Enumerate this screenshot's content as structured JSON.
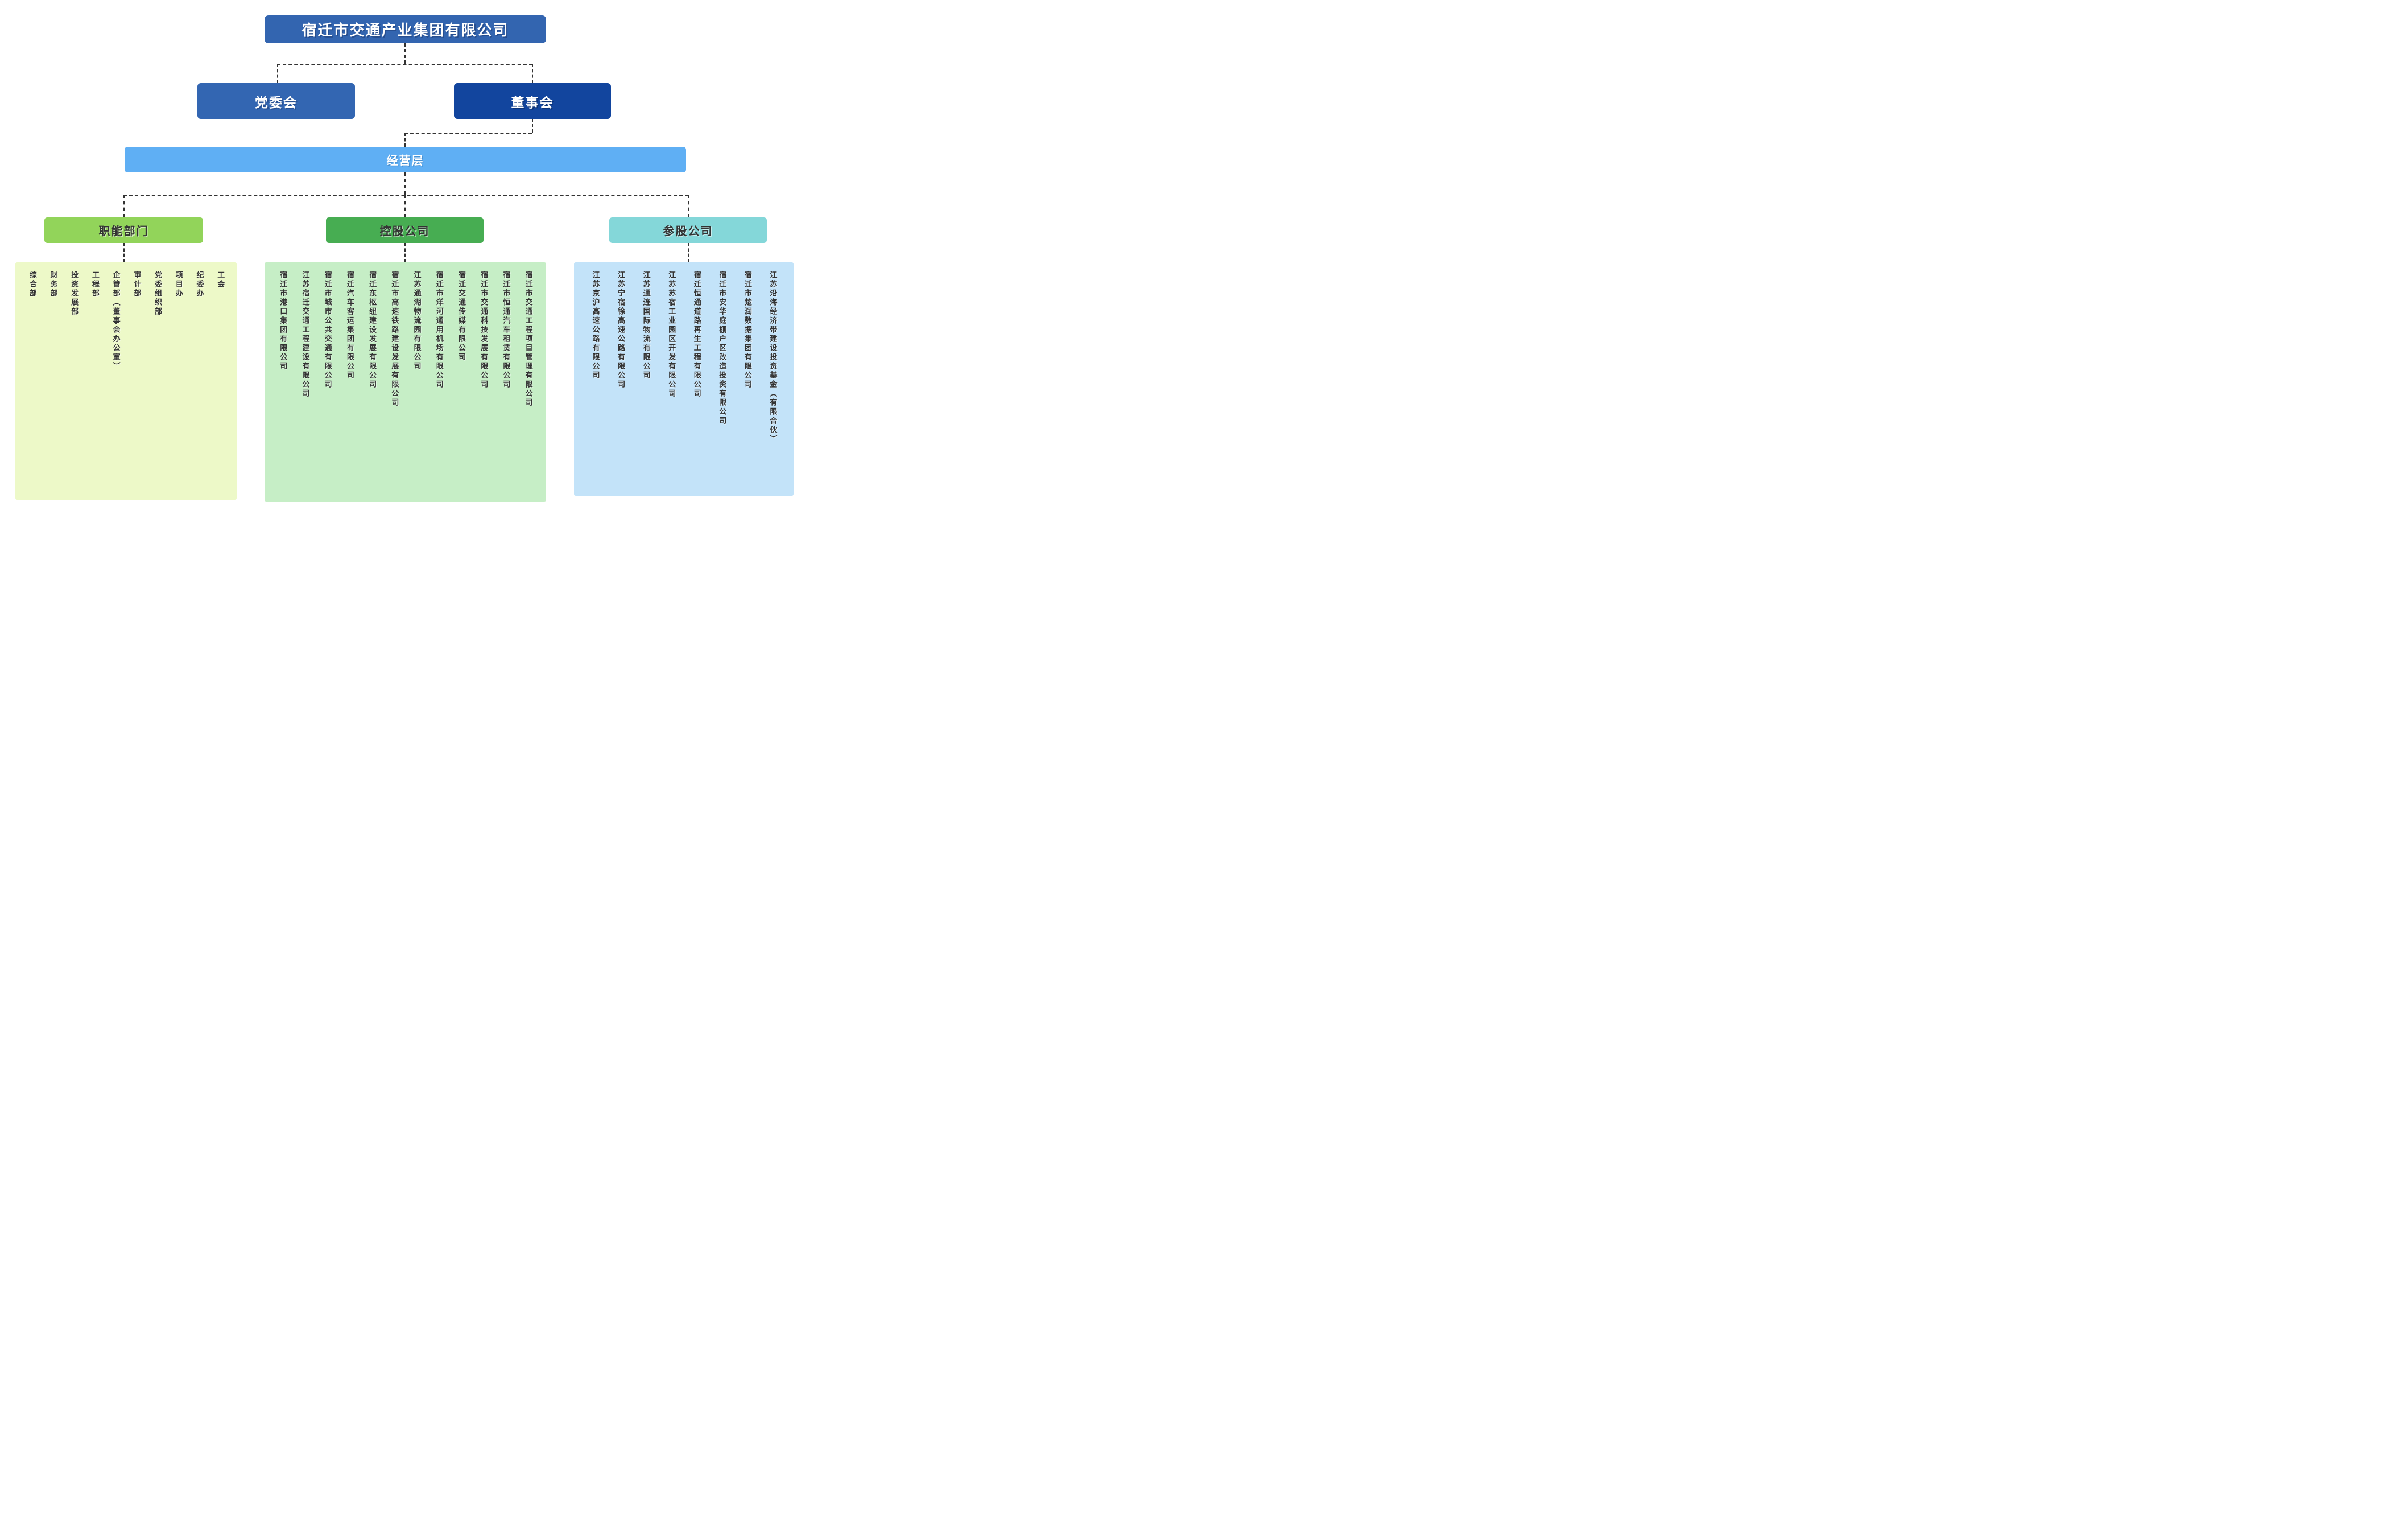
{
  "root": {
    "title": "宿迁市交通产业集团有限公司"
  },
  "level2": {
    "party_committee": "党委会",
    "board_of_directors": "董事会"
  },
  "level3": {
    "management": "经营层"
  },
  "groups": [
    {
      "header": "职能部门",
      "items": [
        "综合部",
        "财务部",
        "投资发展部",
        "工程部",
        "企管部（董事会办公室）",
        "审计部",
        "党委组织部",
        "项目办",
        "纪委办",
        "工会"
      ]
    },
    {
      "header": "控股公司",
      "items": [
        "宿迁市港口集团有限公司",
        "江苏宿迁交通工程建设有限公司",
        "宿迁市城市公共交通有限公司",
        "宿迁汽车客运集团有限公司",
        "宿迁东枢纽建设发展有限公司",
        "宿迁市高速铁路建设发展有限公司",
        "江苏通湖物流园有限公司",
        "宿迁市洋河通用机场有限公司",
        "宿迁交通传媒有限公司",
        "宿迁市交通科技发展有限公司",
        "宿迁市恒通汽车租赁有限公司",
        "宿迁市交通工程项目管理有限公司"
      ]
    },
    {
      "header": "参股公司",
      "items": [
        "江苏京沪高速公路有限公司",
        "江苏宁宿徐高速公路有限公司",
        "江苏通连国际物流有限公司",
        "江苏苏宿工业园区开发有限公司",
        "宿迁恒通道路再生工程有限公司",
        "宿迁市安华庭棚户区改造投资有限公司",
        "宿迁市楚润数据集团有限公司",
        "江苏沿海经济带建设投资基金（有限合伙）"
      ]
    }
  ],
  "colors": {
    "root_box": "#3365B0",
    "party_box": "#3366B2",
    "board_box": "#12459E",
    "management_bar": "#5FAFF4",
    "functional_header": "#92D45A",
    "holding_header": "#47AD52",
    "equity_header": "#84D7D9",
    "functional_panel": "#EDF9C8",
    "holding_panel": "#C6EEC6",
    "equity_panel": "#C3E3F9",
    "connector_line": "#333333",
    "dark_text": "#333333"
  }
}
